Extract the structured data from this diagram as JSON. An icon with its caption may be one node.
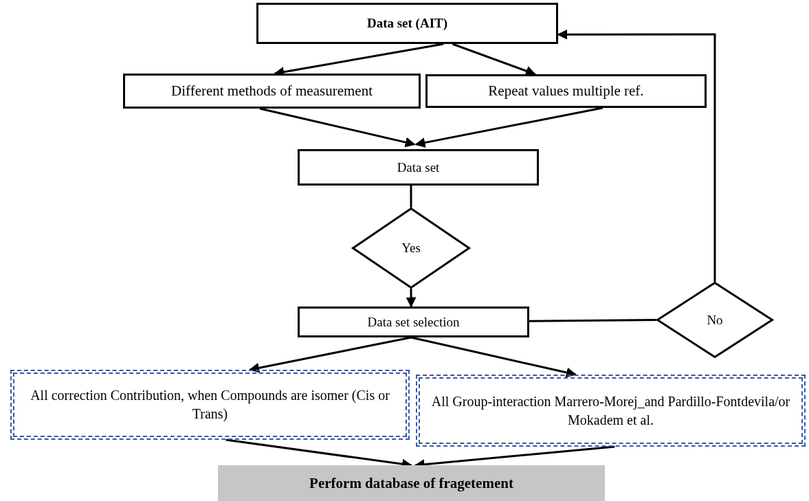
{
  "diagram": {
    "nodes": [
      {
        "text": [
          "Data set (AIT)"
        ]
      },
      {
        "text": [
          "Different methods of measurement"
        ]
      },
      {
        "text": [
          "Repeat values multiple ref."
        ]
      },
      {
        "text": [
          "Data set"
        ]
      },
      {
        "text": [
          "Yes"
        ]
      },
      {
        "text": [
          "Data set selection"
        ]
      },
      {
        "text": [
          "No"
        ]
      },
      {
        "text": [
          "All correction Contribution, when Compounds are isomer (Cis or Trans)"
        ]
      },
      {
        "text": [
          "All Group-interaction Marrero-Morej_and Pardillo-Fontdevila/or Mokadem et al."
        ]
      },
      {
        "text": [
          "Perform database of fragetement"
        ]
      }
    ],
    "edges": [
      {
        "from": 0,
        "to": 1,
        "arrow": "to"
      },
      {
        "from": 0,
        "to": 2,
        "arrow": "to"
      },
      {
        "from": 1,
        "to": 3,
        "arrow": "to"
      },
      {
        "from": 2,
        "to": 3,
        "arrow": "to"
      },
      {
        "from": 3,
        "to": 4,
        "arrow": "none"
      },
      {
        "from": 4,
        "to": 5,
        "arrow": "to"
      },
      {
        "from": 5,
        "to": 6,
        "arrow": "none"
      },
      {
        "from": 6,
        "to": 0,
        "arrow": "to"
      },
      {
        "from": 5,
        "to": 7,
        "arrow": "to"
      },
      {
        "from": 5,
        "to": 8,
        "arrow": "to"
      },
      {
        "from": 7,
        "to": 9,
        "arrow": "to"
      },
      {
        "from": 8,
        "to": 9,
        "arrow": "to"
      }
    ]
  }
}
